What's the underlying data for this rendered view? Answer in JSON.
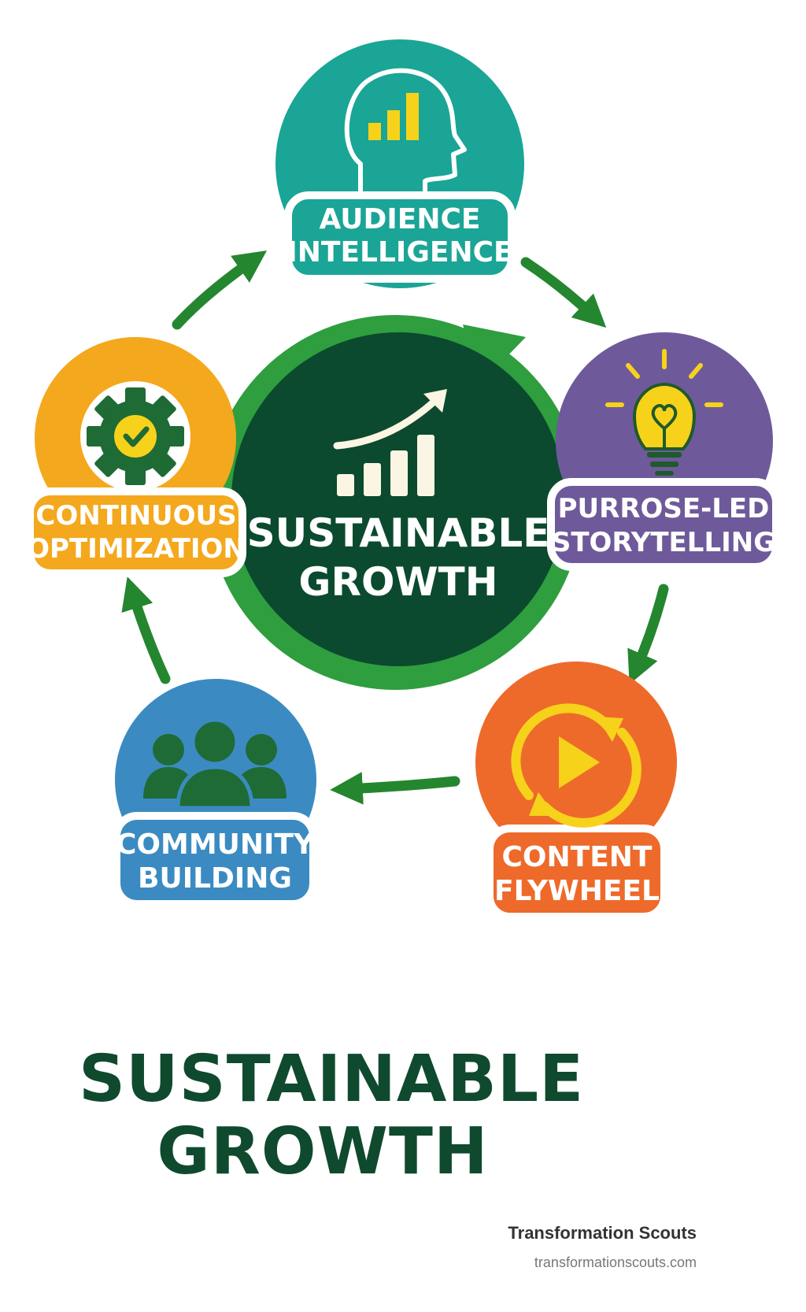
{
  "diagram": {
    "center": {
      "line1": "SUSTAINABLE",
      "line2": "GROWTH"
    },
    "nodes": [
      {
        "line1": "AUDIENCE",
        "line2": "INTELLIGENCE",
        "color": "#1aa596",
        "icon": "head-chart-icon"
      },
      {
        "line1": "PURROSE-LED",
        "line2": "STORYTELLING",
        "color": "#6e5a9a",
        "icon": "lightbulb-heart-icon"
      },
      {
        "line1": "CONTENT",
        "line2": "FLYWHEEL",
        "color": "#ee6a2a",
        "icon": "play-cycle-icon"
      },
      {
        "line1": "COMMUNITY",
        "line2": "BUILDING",
        "color": "#3b8bc2",
        "icon": "people-icon"
      },
      {
        "line1": "CONTINUOUS",
        "line2": "OPTIMIZATION",
        "color": "#f4a81d",
        "icon": "gear-check-icon"
      }
    ],
    "colors": {
      "center_fill": "#0b4a2e",
      "ring": "#2e9e3e",
      "arrow": "#24862f",
      "icon_yellow": "#f7d21b"
    }
  },
  "title": {
    "line1": "SUSTAINABLE",
    "line2": "GROWTH"
  },
  "footer": {
    "brand": "Transformation Scouts",
    "url": "transformationscouts.com"
  }
}
